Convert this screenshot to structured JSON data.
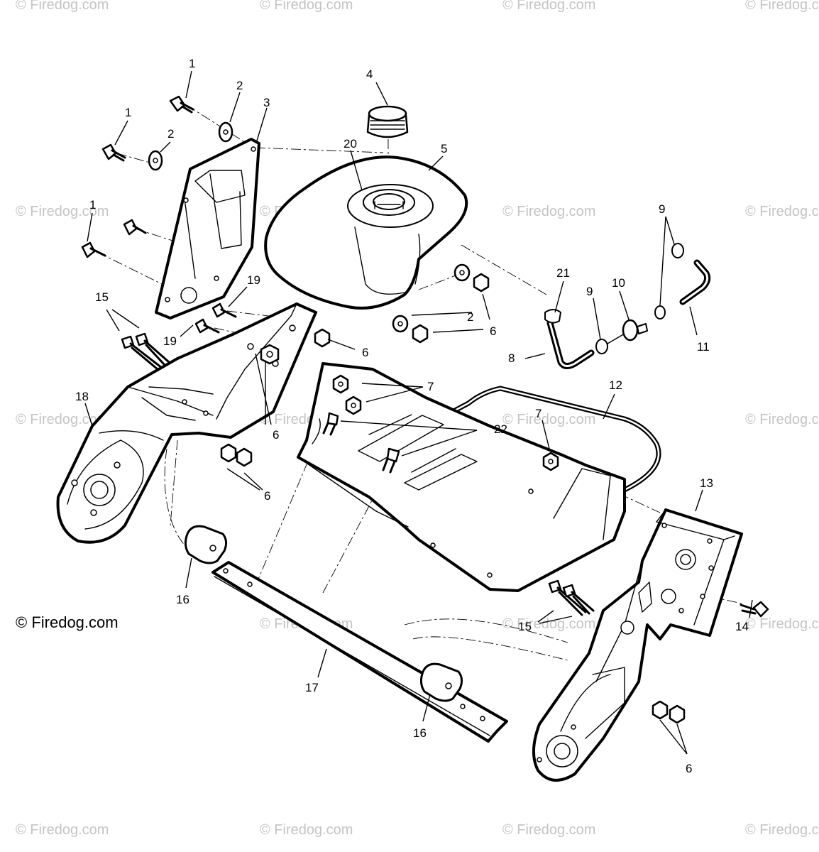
{
  "watermark": "© Firedog.com",
  "copyright": "© Firedog.com",
  "callouts": {
    "c1a": "1",
    "c1b": "1",
    "c1c": "1",
    "c2a": "2",
    "c2b": "2",
    "c2c": "2",
    "c3": "3",
    "c4": "4",
    "c5": "5",
    "c6a": "6",
    "c6b": "6",
    "c6c": "6",
    "c6d": "6",
    "c6e": "6",
    "c7a": "7",
    "c7b": "7",
    "c8": "8",
    "c9a": "9",
    "c9b": "9",
    "c10": "10",
    "c11": "11",
    "c12": "12",
    "c13": "13",
    "c14": "14",
    "c15a": "15",
    "c15b": "15",
    "c16a": "16",
    "c16b": "16",
    "c17": "17",
    "c18": "18",
    "c19a": "19",
    "c19b": "19",
    "c20": "20",
    "c21": "21",
    "c22": "22"
  }
}
